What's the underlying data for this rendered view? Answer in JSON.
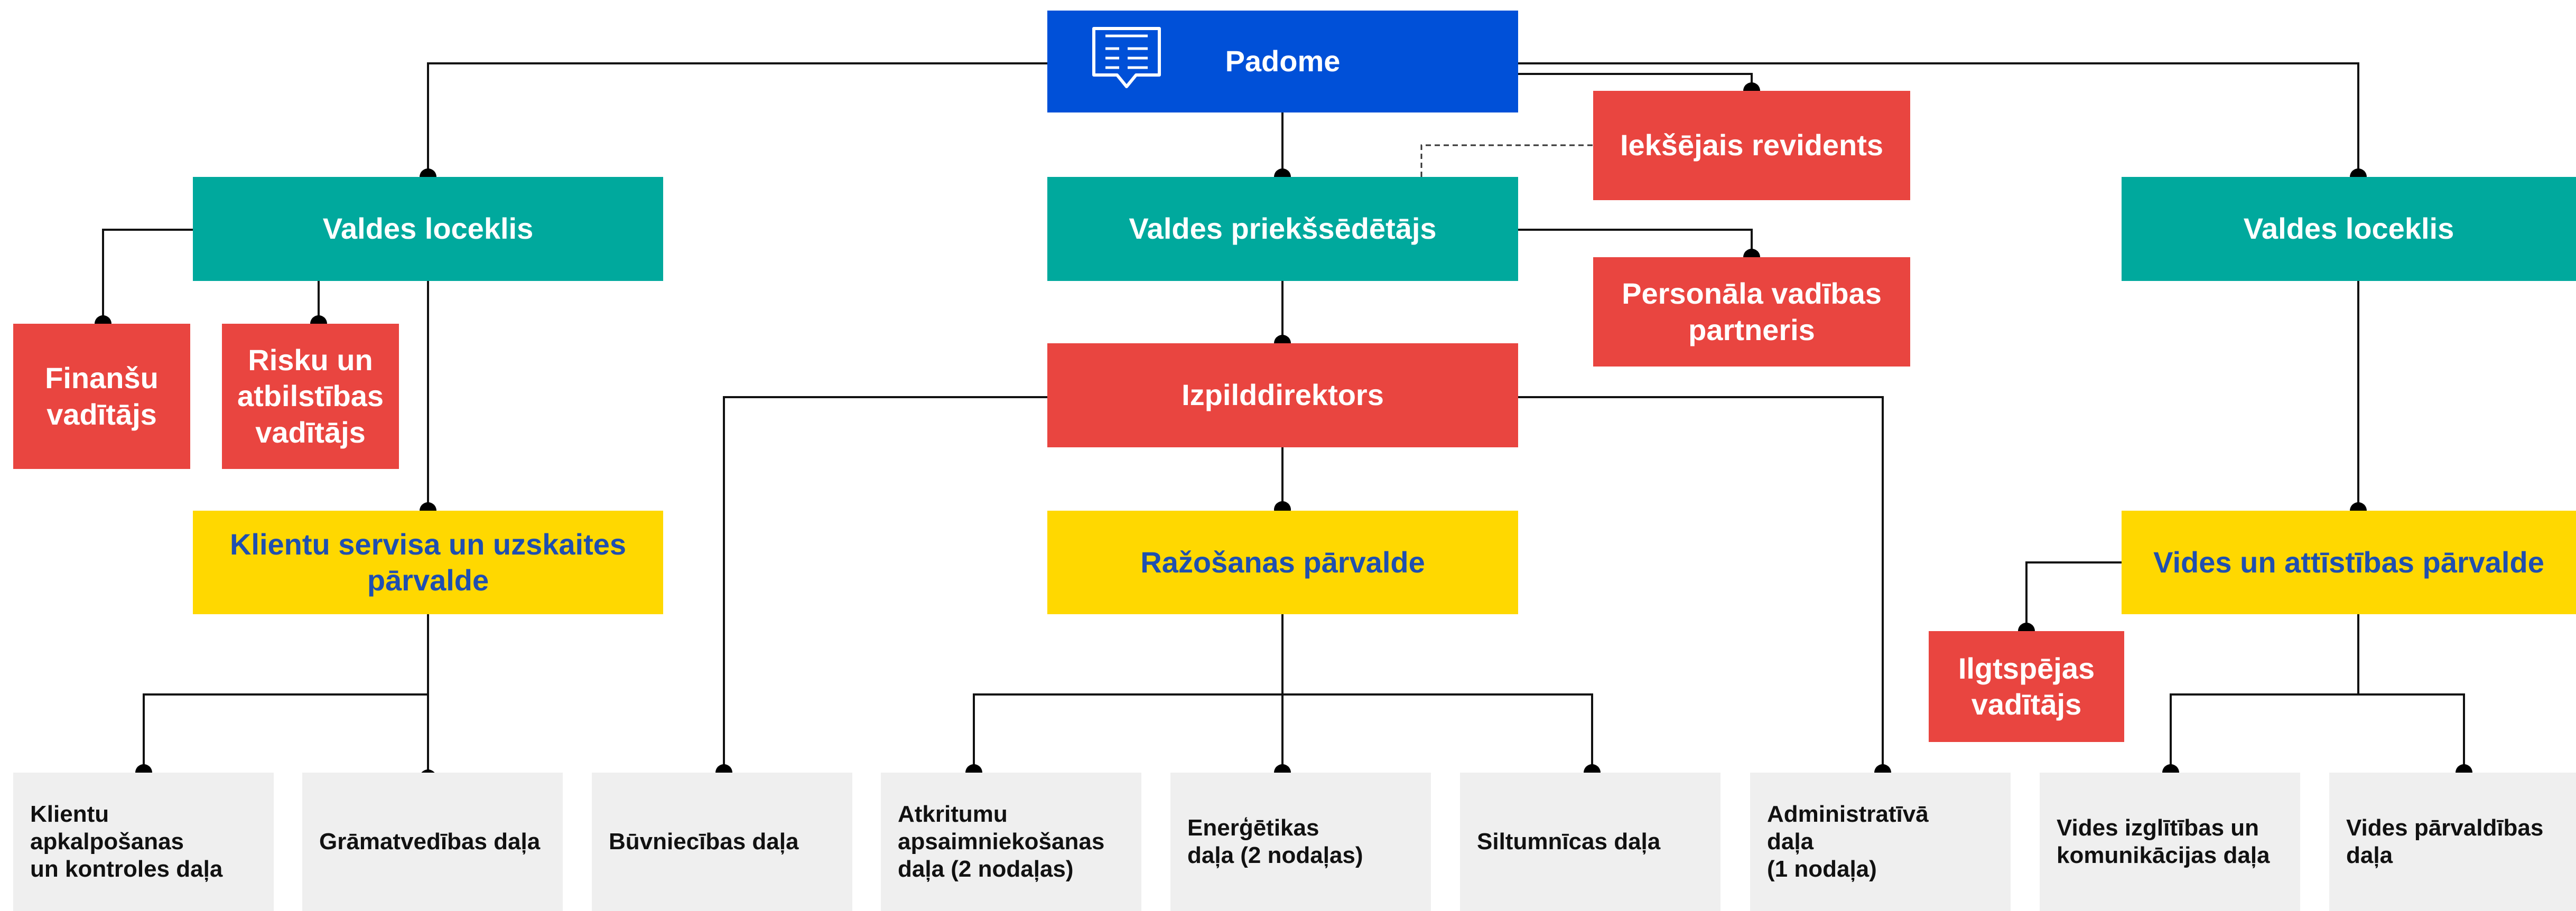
{
  "board": {
    "label": "Padome",
    "icon": "chat-bubble-icon"
  },
  "internal_auditor": {
    "label": "Iekšējais revidents"
  },
  "chairman": {
    "label": "Valdes priekšsēdētājs"
  },
  "board_member_left": {
    "label": "Valdes loceklis"
  },
  "board_member_right": {
    "label": "Valdes loceklis"
  },
  "hr_partner": {
    "label": "Personāla vadības\npartneris"
  },
  "ceo": {
    "label": "Izpilddirektors"
  },
  "finance_manager": {
    "label": "Finanšu\nvadītājs"
  },
  "risk_manager": {
    "label": "Risku un\natbilstības\nvadītājs"
  },
  "client_service_admin": {
    "label": "Klientu servisa un uzskaites\npārvalde"
  },
  "production_admin": {
    "label": "Ražošanas pārvalde"
  },
  "environment_admin": {
    "label": "Vides un attīstības pārvalde"
  },
  "sustainability_manager": {
    "label": "Ilgtspējas\nvadītājs"
  },
  "departments": [
    {
      "label": "Klientu\napkalpošanas\nun kontroles daļa"
    },
    {
      "label": "Grāmatvedības daļa"
    },
    {
      "label": "Būvniecības daļa"
    },
    {
      "label": "Atkritumu\napsaimniekošanas\ndaļa (2 nodaļas)"
    },
    {
      "label": "Enerģētikas\ndaļa (2 nodaļas)"
    },
    {
      "label": "Siltumnīcas daļa"
    },
    {
      "label": "Administratīvā\ndaļa\n(1 nodaļa)"
    },
    {
      "label": "Vides izglītības un\nkomunikācijas daļa"
    },
    {
      "label": "Vides pārvaldības\ndaļa"
    }
  ],
  "colors": {
    "blue": "#0050D8",
    "teal": "#00A99D",
    "red": "#E94540",
    "yellow": "#FFD800",
    "grey": "#EFEFEF",
    "yellow_text": "#1F4FB0"
  }
}
